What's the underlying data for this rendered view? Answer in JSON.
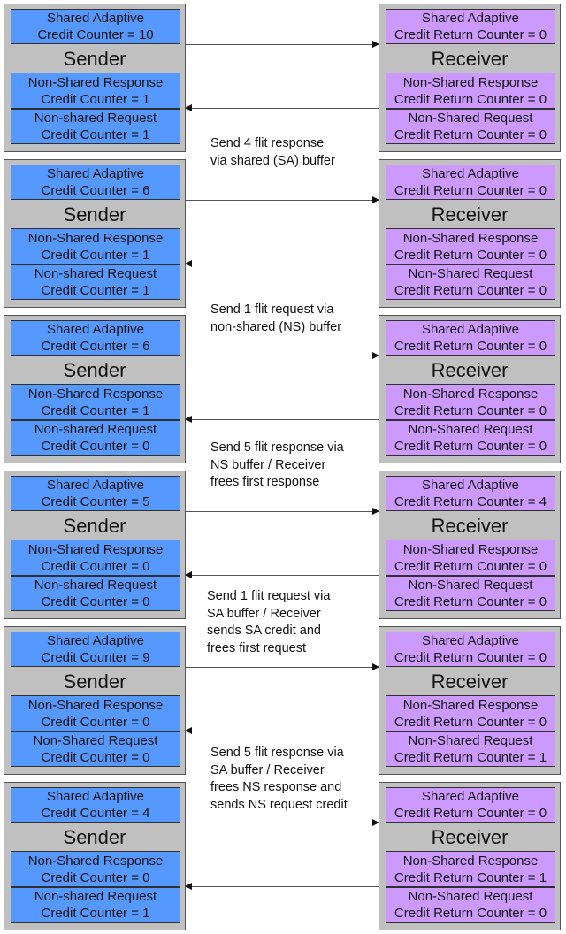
{
  "steps": [
    {
      "sender": {
        "label": "Sender",
        "sa": "Shared Adaptive\nCredit Counter = 10",
        "nsr": "Non-Shared Response\nCredit Counter = 1",
        "nsq": "Non-shared Request\nCredit Counter = 1"
      },
      "receiver": {
        "label": "Receiver",
        "sa": "Shared Adaptive\nCredit Return Counter = 0",
        "nsr": "Non-Shared Response\nCredit Return Counter = 0",
        "nsq": "Non-Shared Request\nCredit Return Counter = 0"
      },
      "note": "Send 4 flit response\nvia shared (SA) buffer"
    },
    {
      "sender": {
        "label": "Sender",
        "sa": "Shared Adaptive\nCredit Counter = 6",
        "nsr": "Non-Shared Response\nCredit Counter = 1",
        "nsq": "Non-shared Request\nCredit Counter = 1"
      },
      "receiver": {
        "label": "Receiver",
        "sa": "Shared Adaptive\nCredit Return Counter = 0",
        "nsr": "Non-Shared Response\nCredit Return Counter = 0",
        "nsq": "Non-Shared Request\nCredit Return Counter = 0"
      },
      "note": "Send 1 flit request via\nnon-shared (NS) buffer"
    },
    {
      "sender": {
        "label": "Sender",
        "sa": "Shared Adaptive\nCredit Counter = 6",
        "nsr": "Non-Shared Response\nCredit Counter = 1",
        "nsq": "Non-shared Request\nCredit Counter = 0"
      },
      "receiver": {
        "label": "Receiver",
        "sa": "Shared Adaptive\nCredit Return Counter = 0",
        "nsr": "Non-Shared Response\nCredit Return Counter = 0",
        "nsq": "Non-Shared Request\nCredit Return Counter = 0"
      },
      "note": "Send 5 flit response via\nNS buffer / Receiver\nfrees first response"
    },
    {
      "sender": {
        "label": "Sender",
        "sa": "Shared Adaptive\nCredit Counter = 5",
        "nsr": "Non-Shared Response\nCredit Counter = 0",
        "nsq": "Non-shared Request\nCredit Counter = 0"
      },
      "receiver": {
        "label": "Receiver",
        "sa": "Shared Adaptive\nCredit Return Counter = 4",
        "nsr": "Non-Shared Response\nCredit Return Counter = 0",
        "nsq": "Non-Shared Request\nCredit Return Counter = 0"
      },
      "note": "Send 1 flit request via\nSA buffer / Receiver\nsends SA credit and\nfrees first request"
    },
    {
      "sender": {
        "label": "Sender",
        "sa": "Shared Adaptive\nCredit Counter = 9",
        "nsr": "Non-Shared Response\nCredit Counter = 0",
        "nsq": "Non-Shared Request\nCredit Counter = 0"
      },
      "receiver": {
        "label": "Receiver",
        "sa": "Shared Adaptive\nCredit Return Counter = 0",
        "nsr": "Non-Shared Response\nCredit Return Counter = 0",
        "nsq": "Non-Shared Request\nCredit Return Counter = 1"
      },
      "note": "Send 5 flit response via\nSA buffer / Receiver\nfrees NS response and\nsends NS request credit"
    },
    {
      "sender": {
        "label": "Sender",
        "sa": "Shared Adaptive\nCredit Counter = 4",
        "nsr": "Non-Shared Response\nCredit Counter = 0",
        "nsq": "Non-shared Request\nCredit Counter = 1"
      },
      "receiver": {
        "label": "Receiver",
        "sa": "Shared Adaptive\nCredit Return Counter = 0",
        "nsr": "Non-Shared Response\nCredit Return Counter = 1",
        "nsq": "Non-Shared Request\nCredit Return Counter = 0"
      },
      "note": ""
    }
  ]
}
